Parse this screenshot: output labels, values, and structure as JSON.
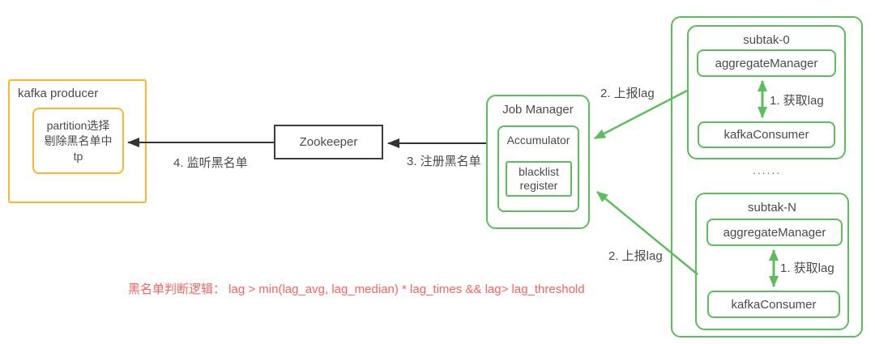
{
  "colors": {
    "orange_border": "#FDB62E",
    "green_border": "#5BBD5B",
    "black_border": "#3d3d3d",
    "arrow_black": "#333333",
    "text": "#4a4a4a",
    "formula_red": "#F8655C",
    "background": "#ffffff"
  },
  "producer": {
    "title": "kafka producer",
    "partition_text": "partition选择\n剔除黑名单中\ntp"
  },
  "zookeeper": {
    "title": "Zookeeper"
  },
  "job_manager": {
    "title": "Job Manager",
    "accumulator": {
      "title": "Accumulator",
      "blacklist_register": "blacklist\nregister"
    }
  },
  "cluster": {
    "ellipsis": "......",
    "subtasks": [
      {
        "title": "subtak-0",
        "aggregate_manager": "aggregateManager",
        "kafka_consumer": "kafkaConsumer",
        "lag_label": "1. 获取lag"
      },
      {
        "title": "subtak-N",
        "aggregate_manager": "aggregateManager",
        "kafka_consumer": "kafkaConsumer",
        "lag_label": "1. 获取lag"
      }
    ]
  },
  "edges": {
    "report_lag_top": "2. 上报lag",
    "report_lag_bottom": "2. 上报lag",
    "register_blacklist": "3. 注册黑名单",
    "listen_blacklist": "4. 监听黑名单"
  },
  "formula": "黑名单判断逻辑：  lag > min(lag_avg, lag_median) * lag_times && lag> lag_threshold"
}
